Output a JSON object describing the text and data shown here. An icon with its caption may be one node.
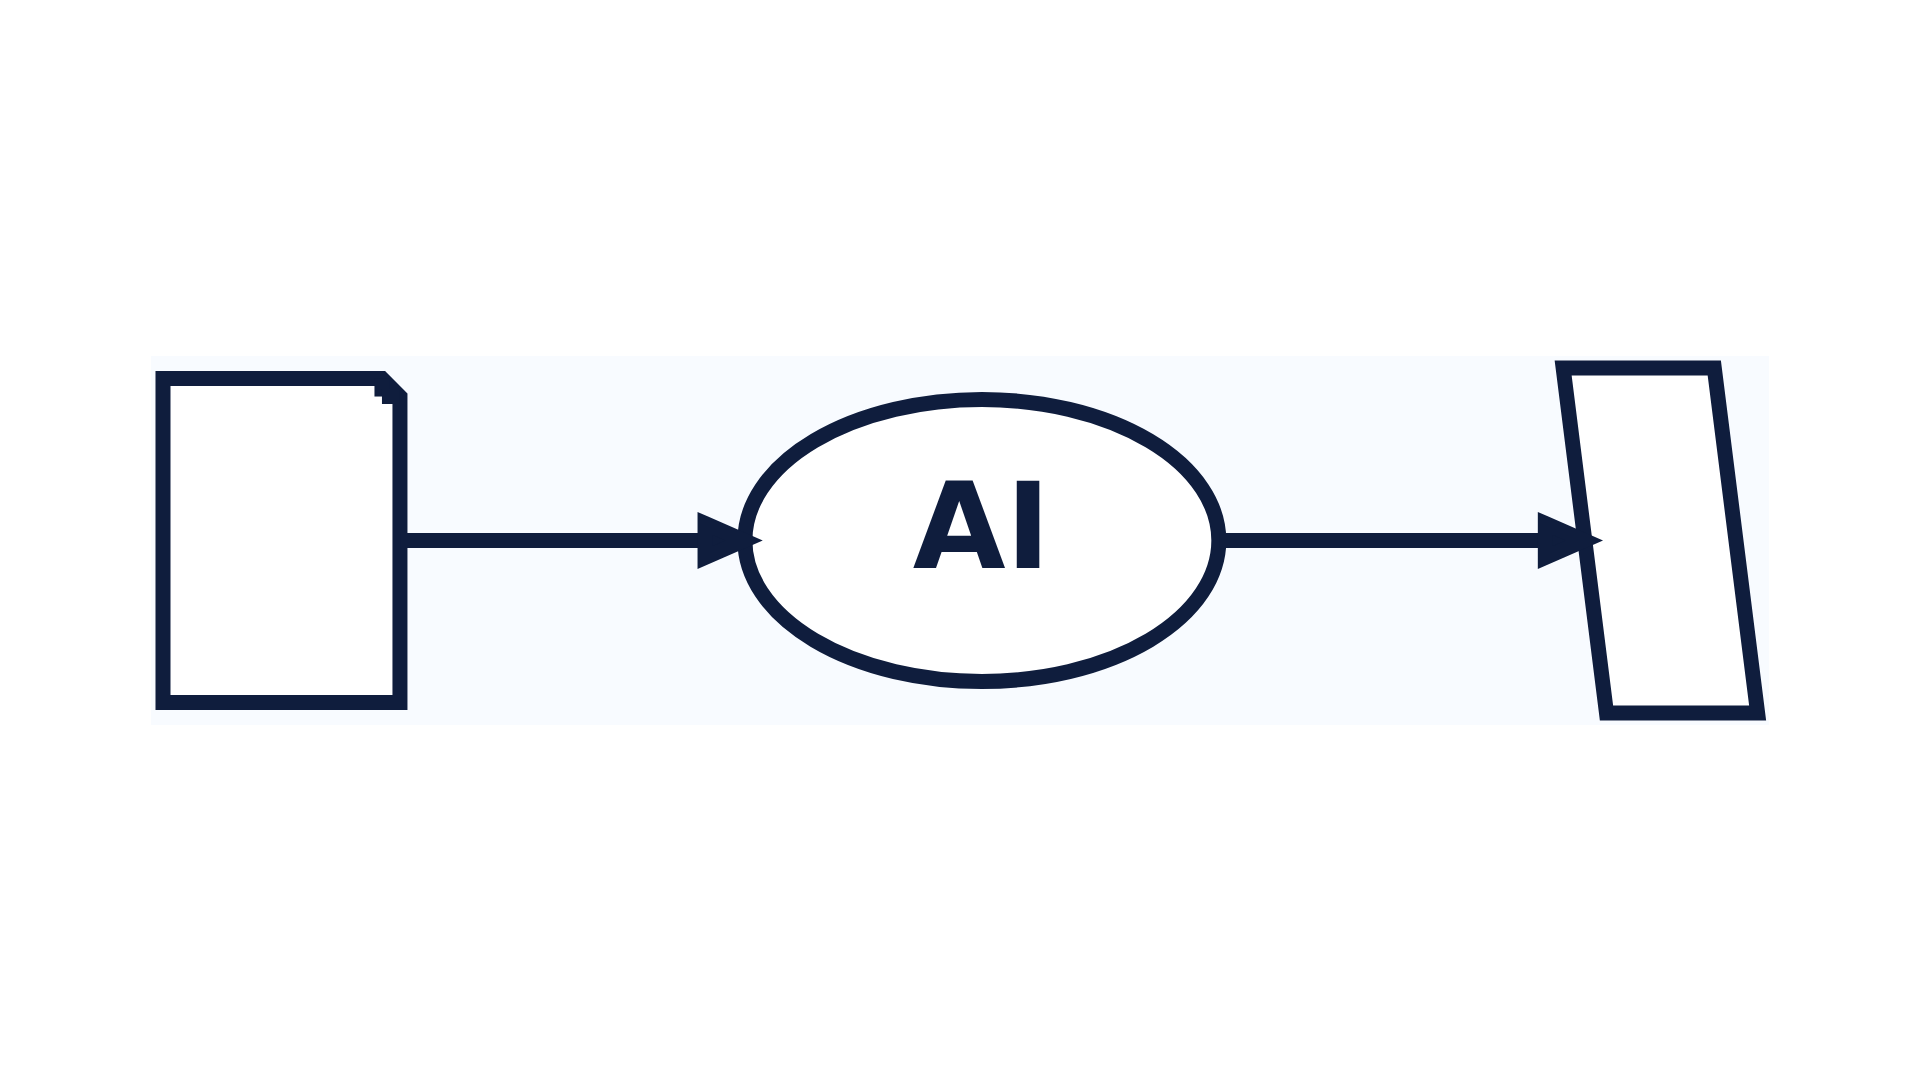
{
  "diagram": {
    "nodes": [
      {
        "text": [],
        "shape": "document"
      },
      {
        "text": [
          "AI"
        ]
      },
      {
        "text": [],
        "shape": "bolt"
      }
    ],
    "edges": [
      {
        "from": 0,
        "to": 1,
        "arrow": "to"
      },
      {
        "from": 1,
        "to": 2,
        "arrow": "to"
      }
    ]
  }
}
